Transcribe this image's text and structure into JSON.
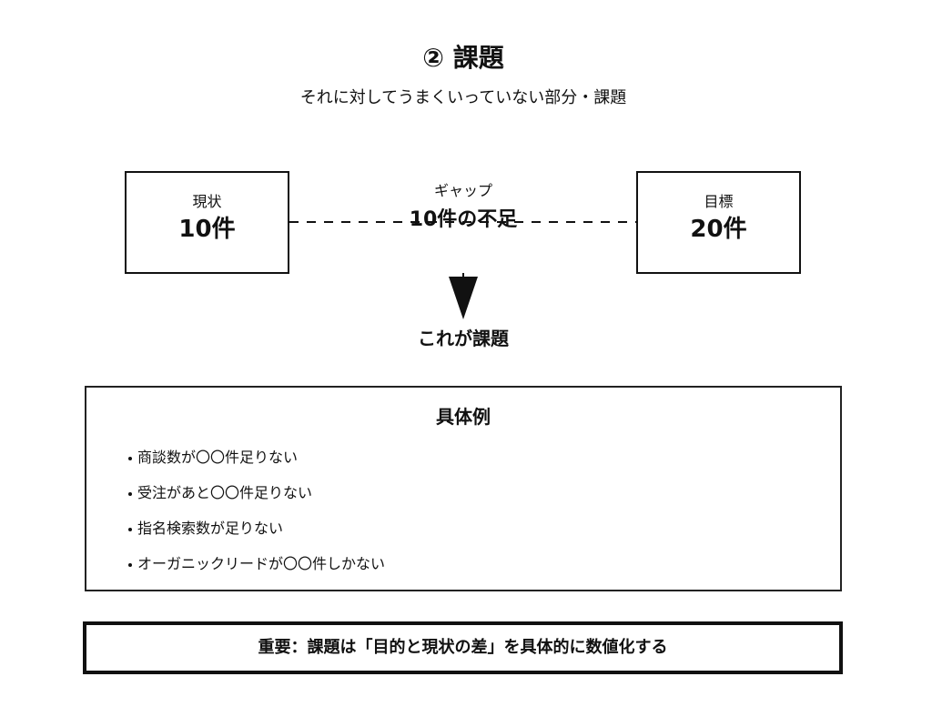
{
  "title": "② 課題",
  "subtitle": "それに対してうまくいっていない部分・課題",
  "current": {
    "label": "現状",
    "value": "10件"
  },
  "goal": {
    "label": "目標",
    "value": "20件"
  },
  "gap": {
    "label": "ギャップ",
    "value": "10件の不足"
  },
  "conclusion": "これが課題",
  "examples": {
    "heading": "具体例",
    "items": [
      "商談数が〇〇件足りない",
      "受注があと〇〇件足りない",
      "指名検索数が足りない",
      "オーガニックリードが〇〇件しかない"
    ]
  },
  "note": "重要：課題は「目的と現状の差」を具体的に数値化する",
  "colors": {
    "ink": "#111111",
    "background": "#ffffff"
  },
  "icons": {
    "arrow": "arrow-down-icon",
    "connector": "dashed-line"
  }
}
